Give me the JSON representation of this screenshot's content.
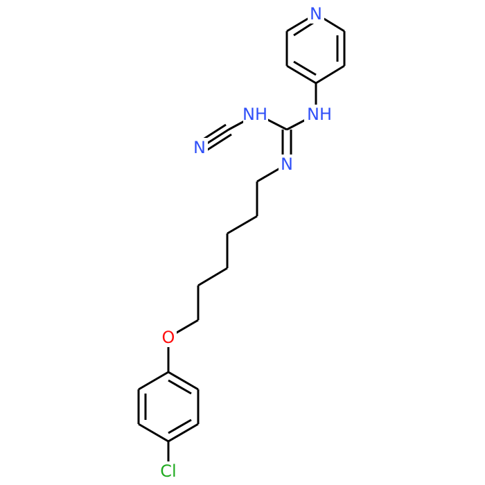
{
  "colors": {
    "background": "#ffffff",
    "bond": "#000000",
    "nitrogen": "#3050F8",
    "oxygen": "#FF0D0D",
    "chlorine": "#1FAA1F"
  },
  "atoms": {
    "pyridine_n": {
      "text": "N",
      "element": "N"
    },
    "nh_pyridyl": {
      "text": "NH",
      "element": "N"
    },
    "nh_cyano": {
      "text": "NH",
      "element": "N"
    },
    "nitrile_n": {
      "text": "N",
      "element": "N"
    },
    "imine_n": {
      "text": "N",
      "element": "N"
    },
    "ether_o": {
      "text": "O",
      "element": "O"
    },
    "chloro": {
      "text": "Cl",
      "element": "Cl"
    }
  }
}
